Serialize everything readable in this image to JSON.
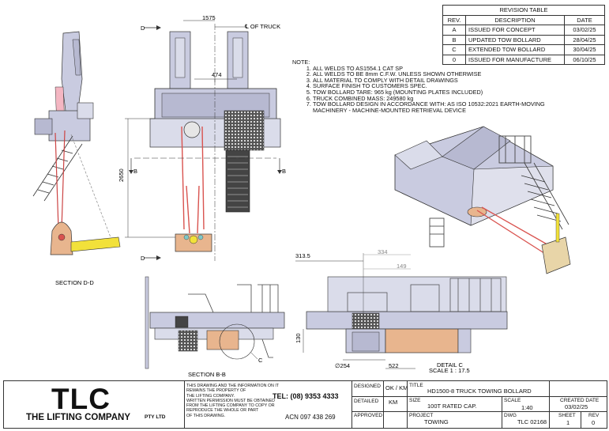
{
  "revision_table": {
    "title": "REVISION TABLE",
    "headers": [
      "REV.",
      "DESCRIPTION",
      "DATE"
    ],
    "rows": [
      {
        "rev": "A",
        "description": "ISSUED FOR CONCEPT",
        "date": "03/02/25"
      },
      {
        "rev": "B",
        "description": "UPDATED TOW BOLLARD",
        "date": "28/04/25"
      },
      {
        "rev": "C",
        "description": "EXTENDED TOW BOLLARD",
        "date": "30/04/25"
      },
      {
        "rev": "0",
        "description": "ISSUED FOR MANUFACTURE",
        "date": "06/10/25"
      }
    ]
  },
  "notes": {
    "heading": "NOTE:",
    "items": [
      "ALL WELDS TO AS1554.1 CAT SP",
      "ALL WELDS TO BE 8mm C.F.W. UNLESS SHOWN OTHERWISE",
      "ALL MATERIAL TO COMPLY WITH DETAIL DRAWINGS",
      "SURFACE FINISH TO CUSTOMERS SPEC.",
      "TOW BOLLARD TARE: 965 kg (MOUNTING PLATES INCLUDED)",
      "TRUCK COMBINED MASS: 249580 kg",
      "TOW BOLLARD DESIGN IN ACCORDANCE WITH: AS ISO 10532:2021 EARTH-MOVING MACHINERY - MACHINE-MOUNTED RETRIEVAL DEVICE"
    ]
  },
  "views": {
    "section_dd": "SECTION D-D",
    "section_bb": "SECTION B-B",
    "detail_c": "DETAIL C",
    "detail_c_scale": "SCALE 1 : 17.5"
  },
  "markers": {
    "d": "D",
    "b": "B",
    "c": "C",
    "cl_truck": "℄ OF TRUCK"
  },
  "dimensions": {
    "d1575": "1575",
    "d474": "474",
    "d2650": "2650",
    "d313_5": "313.5",
    "d334": "334",
    "d149": "149",
    "d130": "130",
    "d254": "∅254",
    "d522": "522"
  },
  "title_block": {
    "logo_big": "TLC",
    "logo_company": "THE LIFTING COMPANY",
    "logo_pty": "PTY LTD",
    "disclaimer": [
      "THIS DRAWING AND THE INFORMATION ON IT",
      "REMAINS THE PROPERTY OF",
      "THE LIFTING COMPANY.",
      "WRITTEN PERMISSION MUST BE OBTAINED",
      "FROM THE LIFTING COMPANY TO COPY OR",
      "REPRODUCE THE WHOLE OR PART",
      "OF THIS DRAWING."
    ],
    "tel": "TEL: (08) 9353 4333",
    "acn": "ACN 097 438 269",
    "designed_label": "DESIGNED",
    "designed": "OK / KM",
    "detailed_label": "DETAILED",
    "detailed": "KM",
    "approved_label": "APPROVED",
    "title_label": "TITLE",
    "title": "HD1500-8 TRUCK TOWING BOLLARD",
    "size_label": "SIZE",
    "size": "100T RATED CAP.",
    "scale_label": "SCALE",
    "scale": "1:40",
    "created_label": "CREATED DATE",
    "created": "03/02/25",
    "project_label": "PROJECT",
    "project": "TOWING",
    "dwg_label": "DWG",
    "dwg": "TLC 02168",
    "sheet_label": "SHEET",
    "sheet": "1",
    "rev_label": "REV",
    "rev": "0"
  },
  "colors": {
    "steel": "#c9cbe0",
    "red": "#d9534f",
    "yellow": "#f2e13a",
    "wood": "#e8b58e",
    "dark": "#2a2a2a"
  }
}
